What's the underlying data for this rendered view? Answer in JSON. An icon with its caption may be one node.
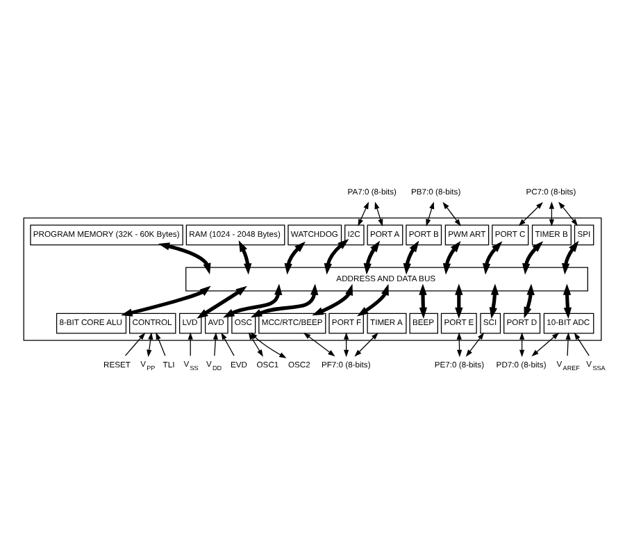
{
  "diagram": {
    "nodes": [
      {
        "text": [
          "PA7:0 (8-bits)"
        ]
      },
      {
        "text": [
          "PB7:0 (8-bits)"
        ]
      },
      {
        "text": [
          "PC7:0 (8-bits)"
        ]
      },
      {
        "text": [],
        "shape": "box"
      },
      {
        "text": [
          "PROGRAM MEMORY (32K - 60K Bytes)"
        ],
        "in": 3
      },
      {
        "text": [
          "RAM (1024 - 2048 Bytes)"
        ],
        "in": 3
      },
      {
        "text": [
          "WATCHDOG"
        ],
        "in": 3
      },
      {
        "text": [
          "I2C"
        ],
        "in": 3
      },
      {
        "text": [
          "PORT A"
        ],
        "in": 3
      },
      {
        "text": [
          "PORT B"
        ],
        "in": 3
      },
      {
        "text": [
          "PWM ART"
        ],
        "in": 3
      },
      {
        "text": [
          "PORT C"
        ],
        "in": 3
      },
      {
        "text": [
          "TIMER B"
        ],
        "in": 3
      },
      {
        "text": [
          "SPI"
        ],
        "in": 3
      },
      {
        "text": [
          "ADDRESS AND DATA BUS"
        ],
        "in": 3
      },
      {
        "text": [
          "8-BIT CORE ALU"
        ],
        "in": 3
      },
      {
        "text": [
          "CONTROL"
        ],
        "in": 3
      },
      {
        "text": [
          "LVD"
        ],
        "in": 3
      },
      {
        "text": [
          "AVD"
        ],
        "in": 3
      },
      {
        "text": [
          "OSC"
        ],
        "in": 3
      },
      {
        "text": [
          "MCC/RTC/BEEP"
        ],
        "in": 3
      },
      {
        "text": [
          "PORT F"
        ],
        "in": 3
      },
      {
        "text": [
          "TIMER A"
        ],
        "in": 3
      },
      {
        "text": [
          "BEEP"
        ],
        "in": 3
      },
      {
        "text": [
          "PORT E"
        ],
        "in": 3
      },
      {
        "text": [
          "SCI"
        ],
        "in": 3
      },
      {
        "text": [
          "PORT D"
        ],
        "in": 3
      },
      {
        "text": [
          "10-BIT ADC"
        ],
        "in": 3
      },
      {
        "text": [
          "RESET"
        ]
      },
      {
        "text": [
          "V$_{PP}$"
        ]
      },
      {
        "text": [
          "TLI"
        ]
      },
      {
        "text": [
          "V$_{SS}$"
        ]
      },
      {
        "text": [
          "V$_{DD}$"
        ]
      },
      {
        "text": [
          "EVD"
        ]
      },
      {
        "text": [
          "OSC1"
        ]
      },
      {
        "text": [
          "OSC2"
        ]
      },
      {
        "text": [
          "PF7:0 (8-bits)"
        ]
      },
      {
        "text": [
          "PE7:0 (8-bits)"
        ]
      },
      {
        "text": [
          "PD7:0 (8-bits)"
        ]
      },
      {
        "text": [
          "V$_{AREF}$"
        ]
      },
      {
        "text": [
          "V$_{SSA}$"
        ]
      }
    ],
    "edges": [
      {
        "from": 0,
        "to": 7,
        "arrow": "both"
      },
      {
        "from": 0,
        "to": 8,
        "arrow": "both"
      },
      {
        "from": 1,
        "to": 9,
        "arrow": "both"
      },
      {
        "from": 1,
        "to": 10,
        "arrow": "both"
      },
      {
        "from": 2,
        "to": 11,
        "arrow": "both"
      },
      {
        "from": 2,
        "to": 12,
        "arrow": "both"
      },
      {
        "from": 2,
        "to": 13,
        "arrow": "both"
      },
      {
        "from": 4,
        "to": 14,
        "arrow": "both",
        "style": "thick"
      },
      {
        "from": 5,
        "to": 14,
        "arrow": "both",
        "style": "thick"
      },
      {
        "from": 6,
        "to": 14,
        "arrow": "both",
        "style": "thick"
      },
      {
        "from": 7,
        "to": 14,
        "arrow": "both",
        "style": "thick"
      },
      {
        "from": 8,
        "to": 14,
        "arrow": "both",
        "style": "thick"
      },
      {
        "from": 9,
        "to": 14,
        "arrow": "both",
        "style": "thick"
      },
      {
        "from": 10,
        "to": 14,
        "arrow": "both",
        "style": "thick"
      },
      {
        "from": 11,
        "to": 14,
        "arrow": "both",
        "style": "thick"
      },
      {
        "from": 12,
        "to": 14,
        "arrow": "both",
        "style": "thick"
      },
      {
        "from": 13,
        "to": 14,
        "arrow": "both",
        "style": "thick"
      },
      {
        "from": 14,
        "to": 15,
        "arrow": "both",
        "style": "thick"
      },
      {
        "from": 14,
        "to": 17,
        "arrow": "both",
        "style": "thick"
      },
      {
        "from": 14,
        "to": 18,
        "arrow": "both",
        "style": "thick"
      },
      {
        "from": 14,
        "to": 19,
        "arrow": "both",
        "style": "thick"
      },
      {
        "from": 14,
        "to": 20,
        "arrow": "both",
        "style": "thick"
      },
      {
        "from": 14,
        "to": 21,
        "arrow": "both",
        "style": "thick"
      },
      {
        "from": 14,
        "to": 23,
        "arrow": "both",
        "style": "thick"
      },
      {
        "from": 14,
        "to": 24,
        "arrow": "both",
        "style": "thick"
      },
      {
        "from": 14,
        "to": 25,
        "arrow": "both",
        "style": "thick"
      },
      {
        "from": 14,
        "to": 26,
        "arrow": "both",
        "style": "thick"
      },
      {
        "from": 14,
        "to": 27,
        "arrow": "both",
        "style": "thick"
      },
      {
        "from": 28,
        "to": 16,
        "arrow": "to"
      },
      {
        "from": 29,
        "to": 16,
        "arrow": "both"
      },
      {
        "from": 30,
        "to": 16,
        "arrow": "to"
      },
      {
        "from": 31,
        "to": 17,
        "arrow": "to"
      },
      {
        "from": 32,
        "to": 18,
        "arrow": "to"
      },
      {
        "from": 33,
        "to": 18,
        "arrow": "to"
      },
      {
        "from": 34,
        "to": 19,
        "arrow": "both"
      },
      {
        "from": 35,
        "to": 19,
        "arrow": "both"
      },
      {
        "from": 36,
        "to": 20,
        "arrow": "both"
      },
      {
        "from": 36,
        "to": 21,
        "arrow": "both"
      },
      {
        "from": 36,
        "to": 22,
        "arrow": "both"
      },
      {
        "from": 37,
        "to": 24,
        "arrow": "both"
      },
      {
        "from": 37,
        "to": 25,
        "arrow": "both"
      },
      {
        "from": 38,
        "to": 26,
        "arrow": "both"
      },
      {
        "from": 38,
        "to": 27,
        "arrow": "both"
      },
      {
        "from": 39,
        "to": 27,
        "arrow": "to"
      },
      {
        "from": 40,
        "to": 27,
        "arrow": "to"
      }
    ]
  }
}
